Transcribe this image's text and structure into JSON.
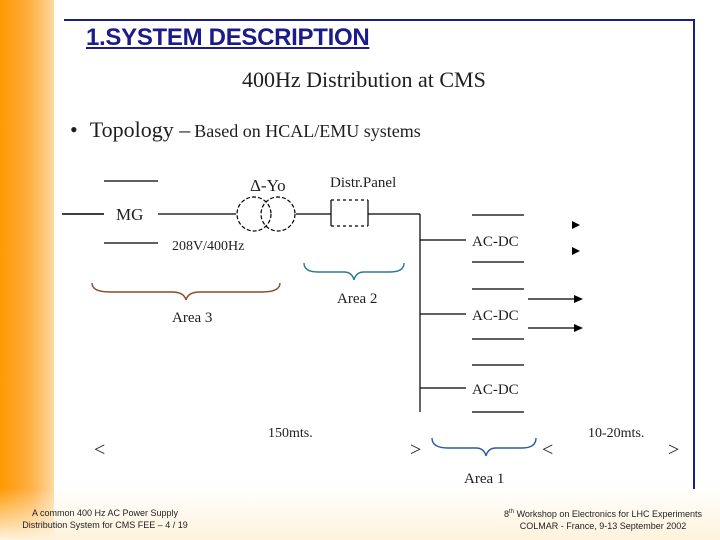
{
  "slide": {
    "title": "1.SYSTEM DESCRIPTION",
    "subtitle": "400Hz Distribution at CMS",
    "bullet_main": "Topology –",
    "bullet_detail": "Based on HCAL/EMU systems"
  },
  "diagram": {
    "mg_label": "MG",
    "transformer_label": "Δ-Yo",
    "panel_label": "Distr.Panel",
    "voltage_label": "208V/400Hz",
    "converter_labels": [
      "AC-DC",
      "AC-DC",
      "AC-DC"
    ],
    "area_labels": {
      "area3": "Area 3",
      "area2": "Area 2",
      "area1": "Area 1"
    },
    "distance_long": "150mts.",
    "distance_short": "10-20mts.",
    "left_arrow_glyph": "<",
    "right_arrow_glyph": ">"
  },
  "footer": {
    "left_line1": "A common 400 Hz AC Power Supply",
    "left_line2": "Distribution System for CMS FEE – 4 / 19",
    "right_line1_num": "8",
    "right_line1_sup": "th",
    "right_line1_rest": " Workshop on Electronics for LHC Experiments",
    "right_line2": "COLMAR - France, 9-13 September 2002"
  },
  "colors": {
    "title": "#1b1b8a",
    "frame": "#1b1b8a",
    "brace_brown": "#8b4a2b",
    "brace_teal": "#2a7a8c",
    "brace_blue": "#2a5a9c",
    "accent_orange": "#ff9900"
  }
}
